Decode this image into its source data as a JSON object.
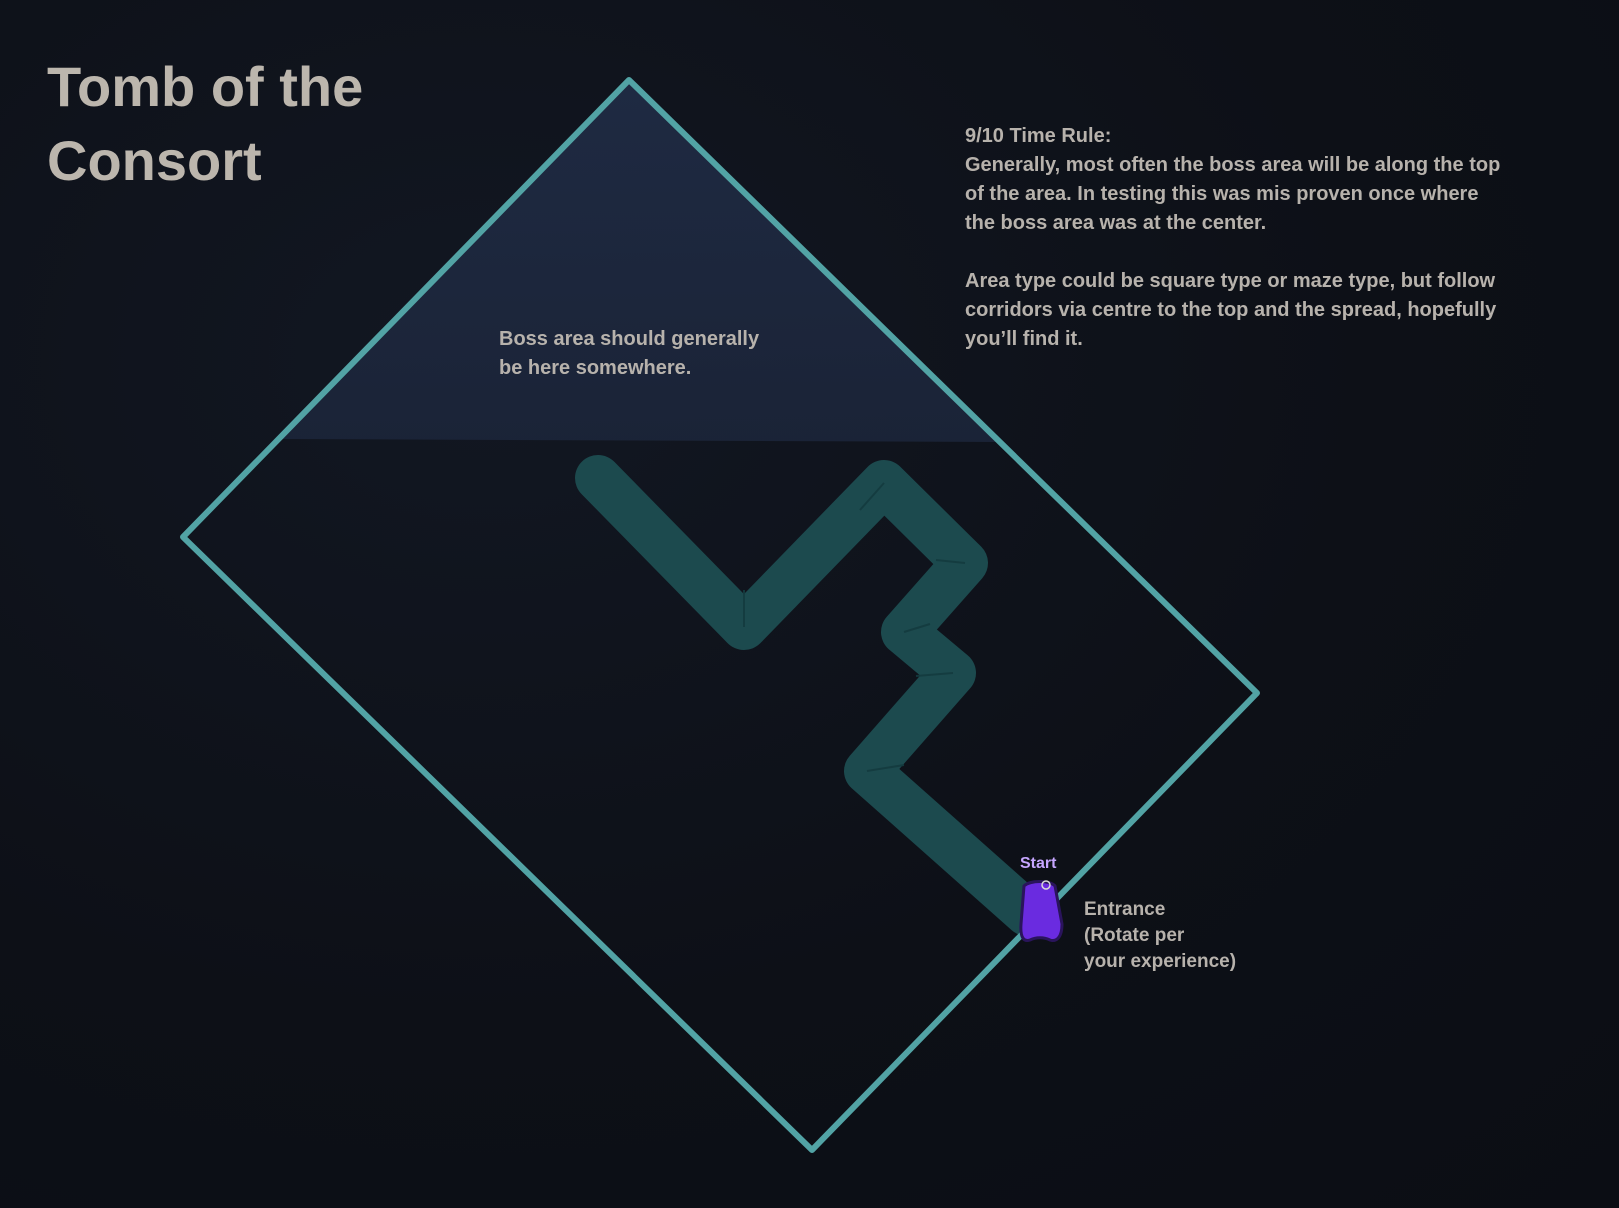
{
  "title": {
    "line1": "Tomb of the",
    "line2": "Consort"
  },
  "time_rule": {
    "heading": "9/10 Time Rule:",
    "paragraph1_lines": [
      "Generally, most often the boss area will be along the top",
      "of the area. In testing this was mis proven once where",
      "the boss area was at the center."
    ],
    "paragraph2_lines": [
      "Area type could be square type or maze type, but follow",
      "corridors via centre to the top and the spread, hopefully",
      "you’ll find it."
    ]
  },
  "boss_note": {
    "line1": "Boss area should generally",
    "line2": "be here somewhere."
  },
  "start_label": "Start",
  "entrance": {
    "line1": "Entrance",
    "line2": "(Rotate per",
    "line3": "your experience)"
  },
  "colors": {
    "outline": "#52a3a5",
    "corridor": "#1d4b4f",
    "corridor_edge": "#153d41",
    "boss_zone": "#1d2a42",
    "start_marker": "#6a2be0",
    "title_text": "#bcb6ad",
    "body_text": "#b7b2ac",
    "start_text": "#c6a6ff"
  },
  "icons": {
    "start_marker": "player-marker-icon"
  }
}
